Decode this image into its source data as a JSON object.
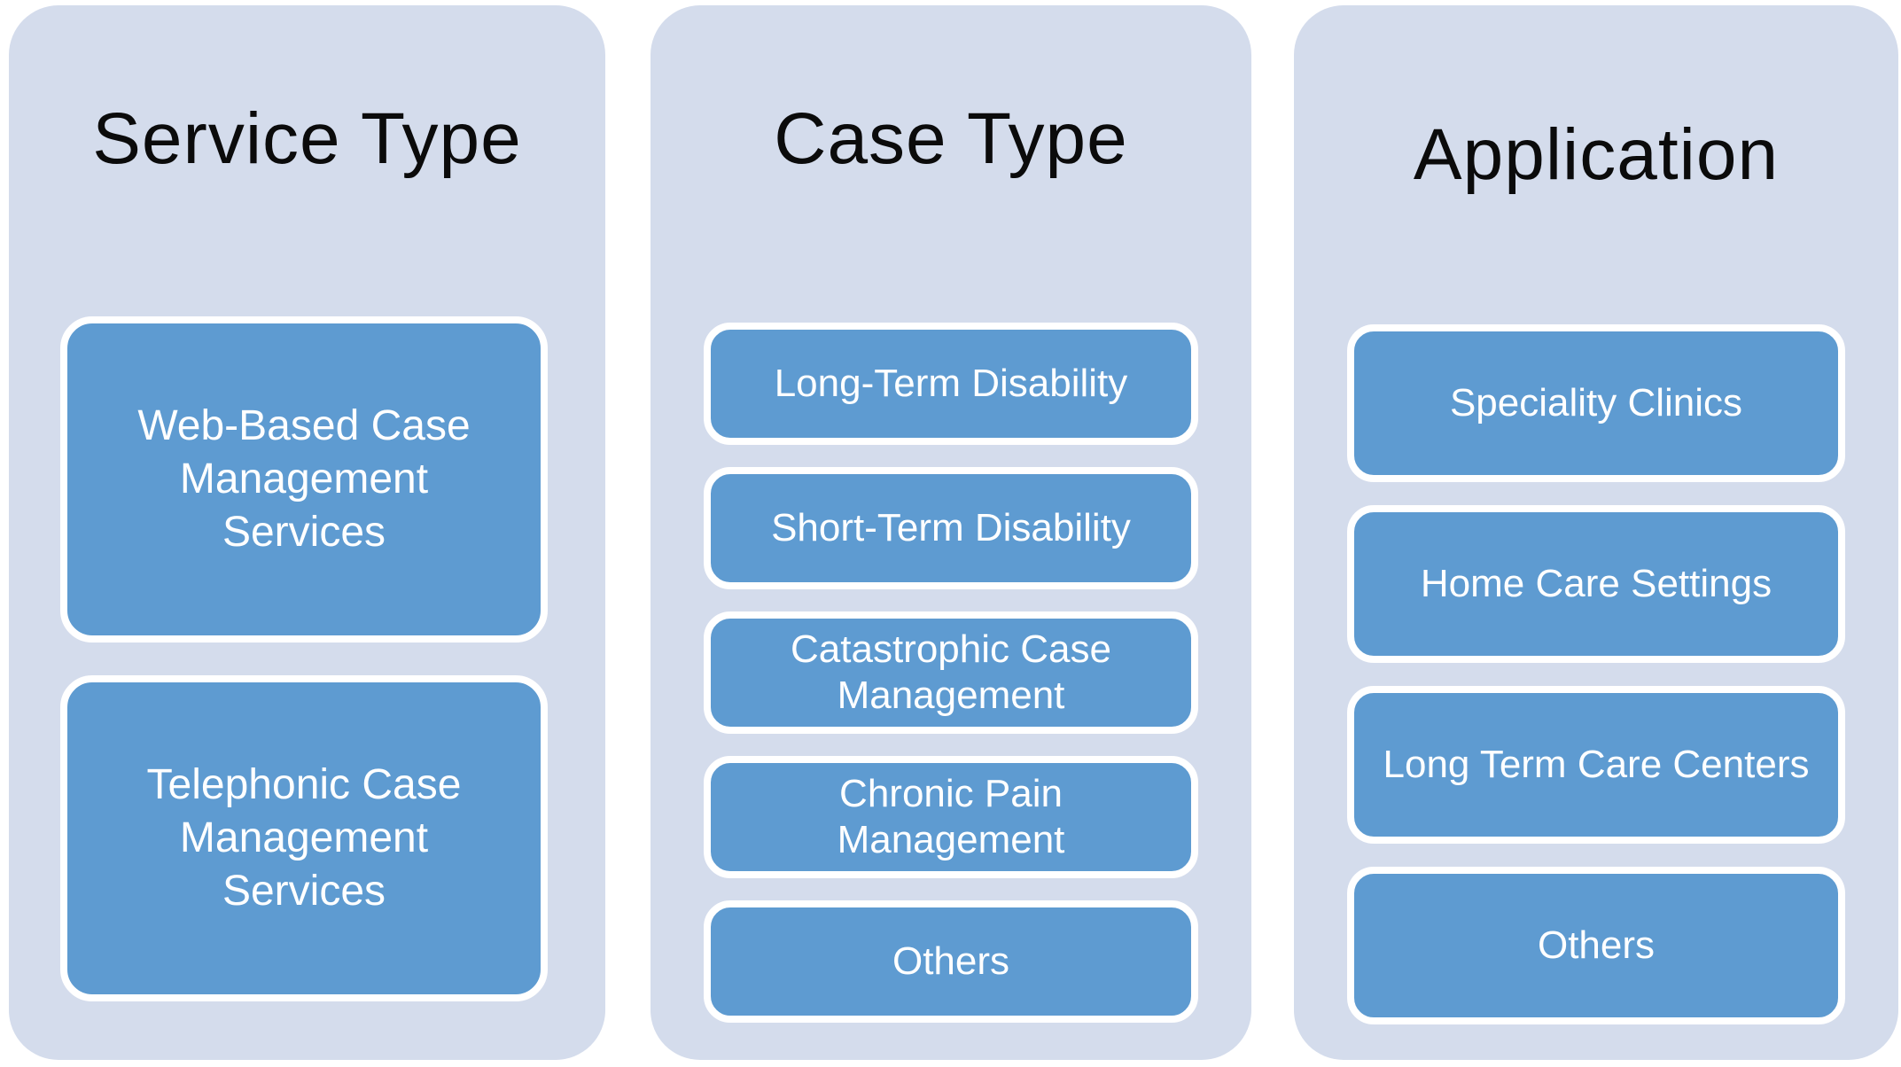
{
  "diagram": {
    "type": "segmentation-columns",
    "colors": {
      "page_background": "#ffffff",
      "panel_fill": "#d4dcec",
      "box_fill": "#5e9bd1",
      "box_border": "#ffffff",
      "title_text": "#0b0b0b",
      "box_text": "#ffffff"
    },
    "columns": [
      {
        "title": "Service Type",
        "items": [
          "Web-Based Case Management Services",
          "Telephonic Case Management Services"
        ]
      },
      {
        "title": "Case Type",
        "items": [
          "Long-Term Disability",
          "Short-Term Disability",
          "Catastrophic Case Management",
          "Chronic Pain Management",
          "Others"
        ]
      },
      {
        "title": "Application",
        "items": [
          "Speciality Clinics",
          "Home Care Settings",
          "Long Term Care Centers",
          "Others"
        ]
      }
    ]
  }
}
